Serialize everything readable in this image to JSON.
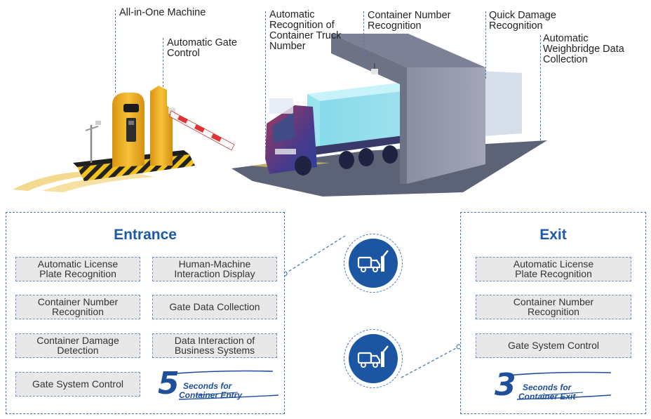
{
  "callouts": {
    "all_in_one": "All-in-One Machine",
    "gate_control": [
      "Automatic Gate",
      "Control"
    ],
    "truck_number": [
      "Automatic",
      "Recognition of",
      "Container Truck",
      "Number"
    ],
    "container_number": [
      "Container Number",
      "Recognition"
    ],
    "damage": [
      "Quick Damage",
      "Recognition"
    ],
    "weighbridge": [
      "Automatic",
      "Weighbridge Data",
      "Collection"
    ]
  },
  "entrance": {
    "title": "Entrance",
    "items": [
      [
        "Automatic License",
        "Plate Recognition"
      ],
      [
        "Human-Machine",
        "Interaction Display"
      ],
      [
        "Container Number",
        "Recognition"
      ],
      [
        "Gate Data Collection"
      ],
      [
        "Container Damage",
        "Detection"
      ],
      [
        "Data Interaction of",
        "Business Systems"
      ],
      [
        "Gate System Control"
      ]
    ],
    "slogan": {
      "number": "5",
      "line1": "Seconds for",
      "line2": "Container Entry"
    }
  },
  "exit": {
    "title": "Exit",
    "items": [
      [
        "Automatic License",
        "Plate Recognition"
      ],
      [
        "Container Number",
        "Recognition"
      ],
      [
        "Gate System Control"
      ]
    ],
    "slogan": {
      "number": "3",
      "line1": "Seconds for",
      "line2": "Container Exit"
    }
  },
  "icons": [
    "truck-gate-entry-icon",
    "truck-gate-exit-icon"
  ],
  "colors": {
    "accent": "#1d5aa6",
    "dashed": "#4a79b5",
    "box_bg": "#e8e8e8",
    "gate_yellow": "#f2b01e"
  }
}
